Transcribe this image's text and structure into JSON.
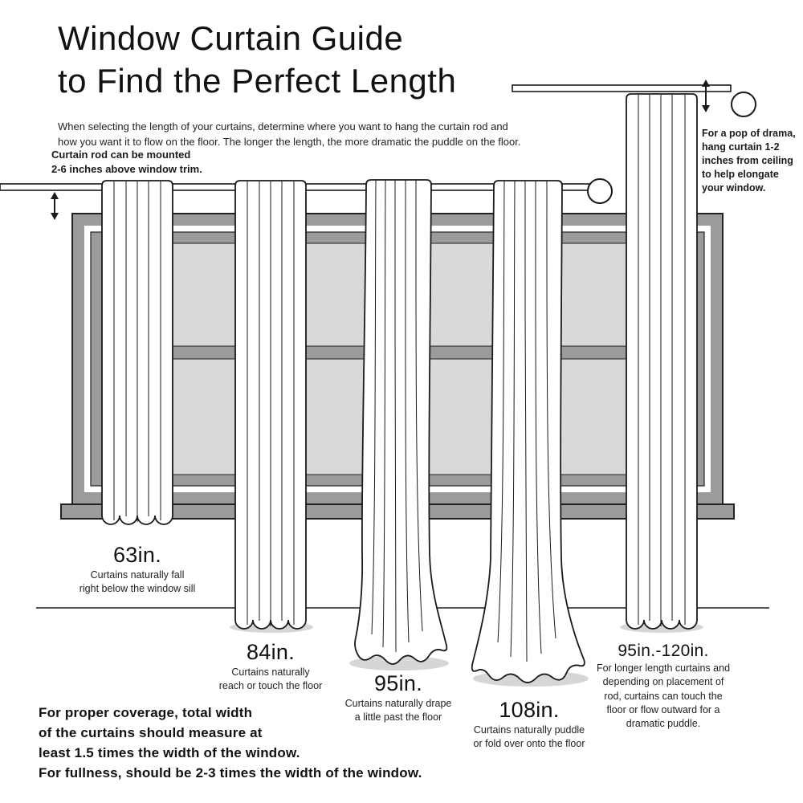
{
  "title": "Window Curtain Guide\nto Find the Perfect Length",
  "intro": "When selecting the length of your curtains, determine where you want to hang the curtain rod and\nhow you want it to flow on the floor. The longer the length, the more dramatic the puddle on the floor.",
  "rod_note": "Curtain rod can be mounted\n2-6 inches above window trim.",
  "ceiling_tip": "For a pop of drama, hang curtain 1-2 inches from ceiling to help elongate your window.",
  "lengths": [
    {
      "label": "63in.",
      "caption": "Curtains naturally fall\nright below the window sill"
    },
    {
      "label": "84in.",
      "caption": "Curtains naturally\nreach or touch the floor"
    },
    {
      "label": "95in.",
      "caption": "Curtains naturally drape\na little past the floor"
    },
    {
      "label": "108in.",
      "caption": "Curtains naturally puddle\nor fold over onto the floor"
    },
    {
      "label": "95in.-120in.",
      "caption": "For longer length curtains and depending on placement of rod, curtains can touch the floor or flow outward for a dramatic puddle."
    }
  ],
  "footer": "For proper coverage, total width\nof the curtains should measure at\nleast 1.5 times the width of the window.\nFor fullness, should be 2-3 times the width of the window.",
  "colors": {
    "ink": "#1a1a1a",
    "frame_gray": "#9b9b9b",
    "pane_gray": "#d9d9d9",
    "shadow_gray": "#d6d6d6",
    "background": "#ffffff"
  }
}
